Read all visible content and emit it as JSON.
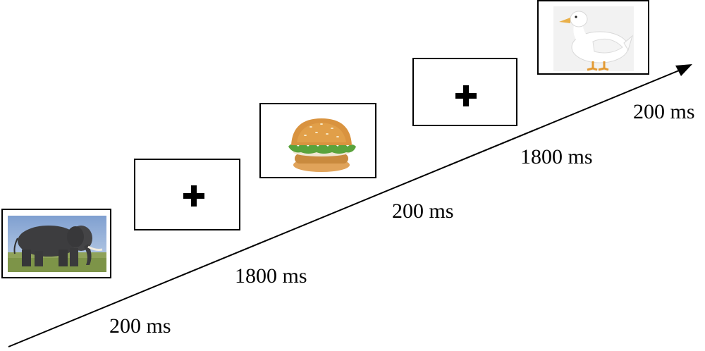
{
  "diagram": {
    "type": "trial-sequence",
    "colors": {
      "line": "#000000",
      "background": "#ffffff"
    },
    "screens": [
      {
        "name": "elephant-stimulus",
        "content": "elephant-image"
      },
      {
        "name": "fixation-1",
        "content": "fixation-cross-icon"
      },
      {
        "name": "burger-stimulus",
        "content": "burger-image"
      },
      {
        "name": "fixation-2",
        "content": "fixation-cross-icon"
      },
      {
        "name": "duck-stimulus",
        "content": "duck-image"
      }
    ],
    "durations": [
      "200 ms",
      "1800 ms",
      "200 ms",
      "1800 ms",
      "200 ms"
    ]
  }
}
